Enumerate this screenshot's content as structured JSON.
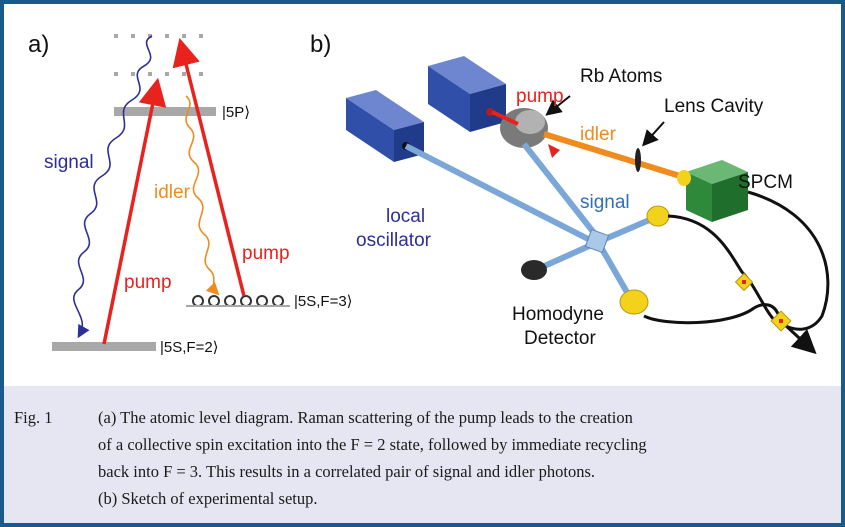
{
  "panel_a": {
    "label": "a)",
    "level_5P": "|5P⟩",
    "level_5S_F3": "|5S,F=3⟩",
    "level_5S_F2": "|5S,F=2⟩",
    "signal": "signal",
    "idler": "idler",
    "pump_left": "pump",
    "pump_right": "pump"
  },
  "panel_b": {
    "label": "b)",
    "rb_atoms": "Rb Atoms",
    "lens_cavity": "Lens Cavity",
    "pump": "pump",
    "idler": "idler",
    "signal": "signal",
    "spcm": "SPCM",
    "local_oscillator_1": "local",
    "local_oscillator_2": "oscillator",
    "homodyne_1": "Homodyne",
    "homodyne_2": "Detector"
  },
  "caption": {
    "label": "Fig. 1",
    "line1": "(a) The atomic level diagram. Raman scattering of the pump leads to the creation",
    "line2": "of a collective spin excitation into the F = 2 state, followed by immediate recycling",
    "line3": "back into F = 3. This results in a correlated pair of signal and idler photons.",
    "line4": "(b) Sketch of experimental setup."
  },
  "colors": {
    "pump": "#e8231e",
    "signal": "#2e2e98",
    "idler": "#f08c1e",
    "level": "#a8a8a8",
    "laser_box": "#2f4fa8",
    "spcm": "#2e8a3a",
    "detector": "#f2d21a"
  }
}
